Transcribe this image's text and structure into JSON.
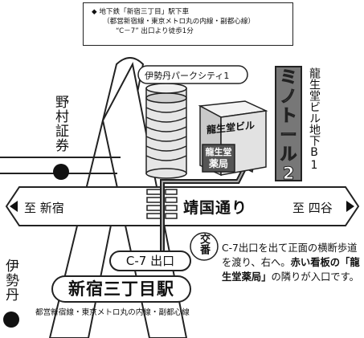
{
  "note": {
    "line1": "◆ 地下鉄「新宿三丁目」駅下車",
    "line2": "（都営新宿線・東京メトロ丸の内線・副都心線）",
    "line3": "“C－7” 出口より徒歩1分"
  },
  "landmarks": {
    "nomura": "野村証券",
    "isetan": "伊勢丹",
    "isetan_park_city": "伊勢丹パークシティ1",
    "ryuseido_building": "龍生堂ビル",
    "ryuseido_store_line1": "龍生堂",
    "ryuseido_store_line2": "薬局",
    "building_basement": "龍生堂ビル地下B1",
    "minotor": [
      "ミ",
      "ノ",
      "ト",
      "ー",
      "ル",
      "2"
    ],
    "koban": "交番"
  },
  "roads": {
    "main": "靖国通り",
    "left": "至 新宿",
    "right": "至 四谷"
  },
  "station": {
    "exit": "C-7 出口",
    "name": "新宿三丁目駅",
    "lines": "都営新宿線・東京メトロ丸の内線・副都心線"
  },
  "directions": {
    "part1": "C-7出口を出て正面の横断歩道を渡り、右へ。",
    "bold": "赤い看板の「龍生堂薬局」",
    "part2": "の隣りが入口です。"
  },
  "colors": {
    "road_fill": "#ffffff",
    "outline": "#222222",
    "building_gray": "#dcdcdc",
    "sign_dark": "#555555"
  }
}
